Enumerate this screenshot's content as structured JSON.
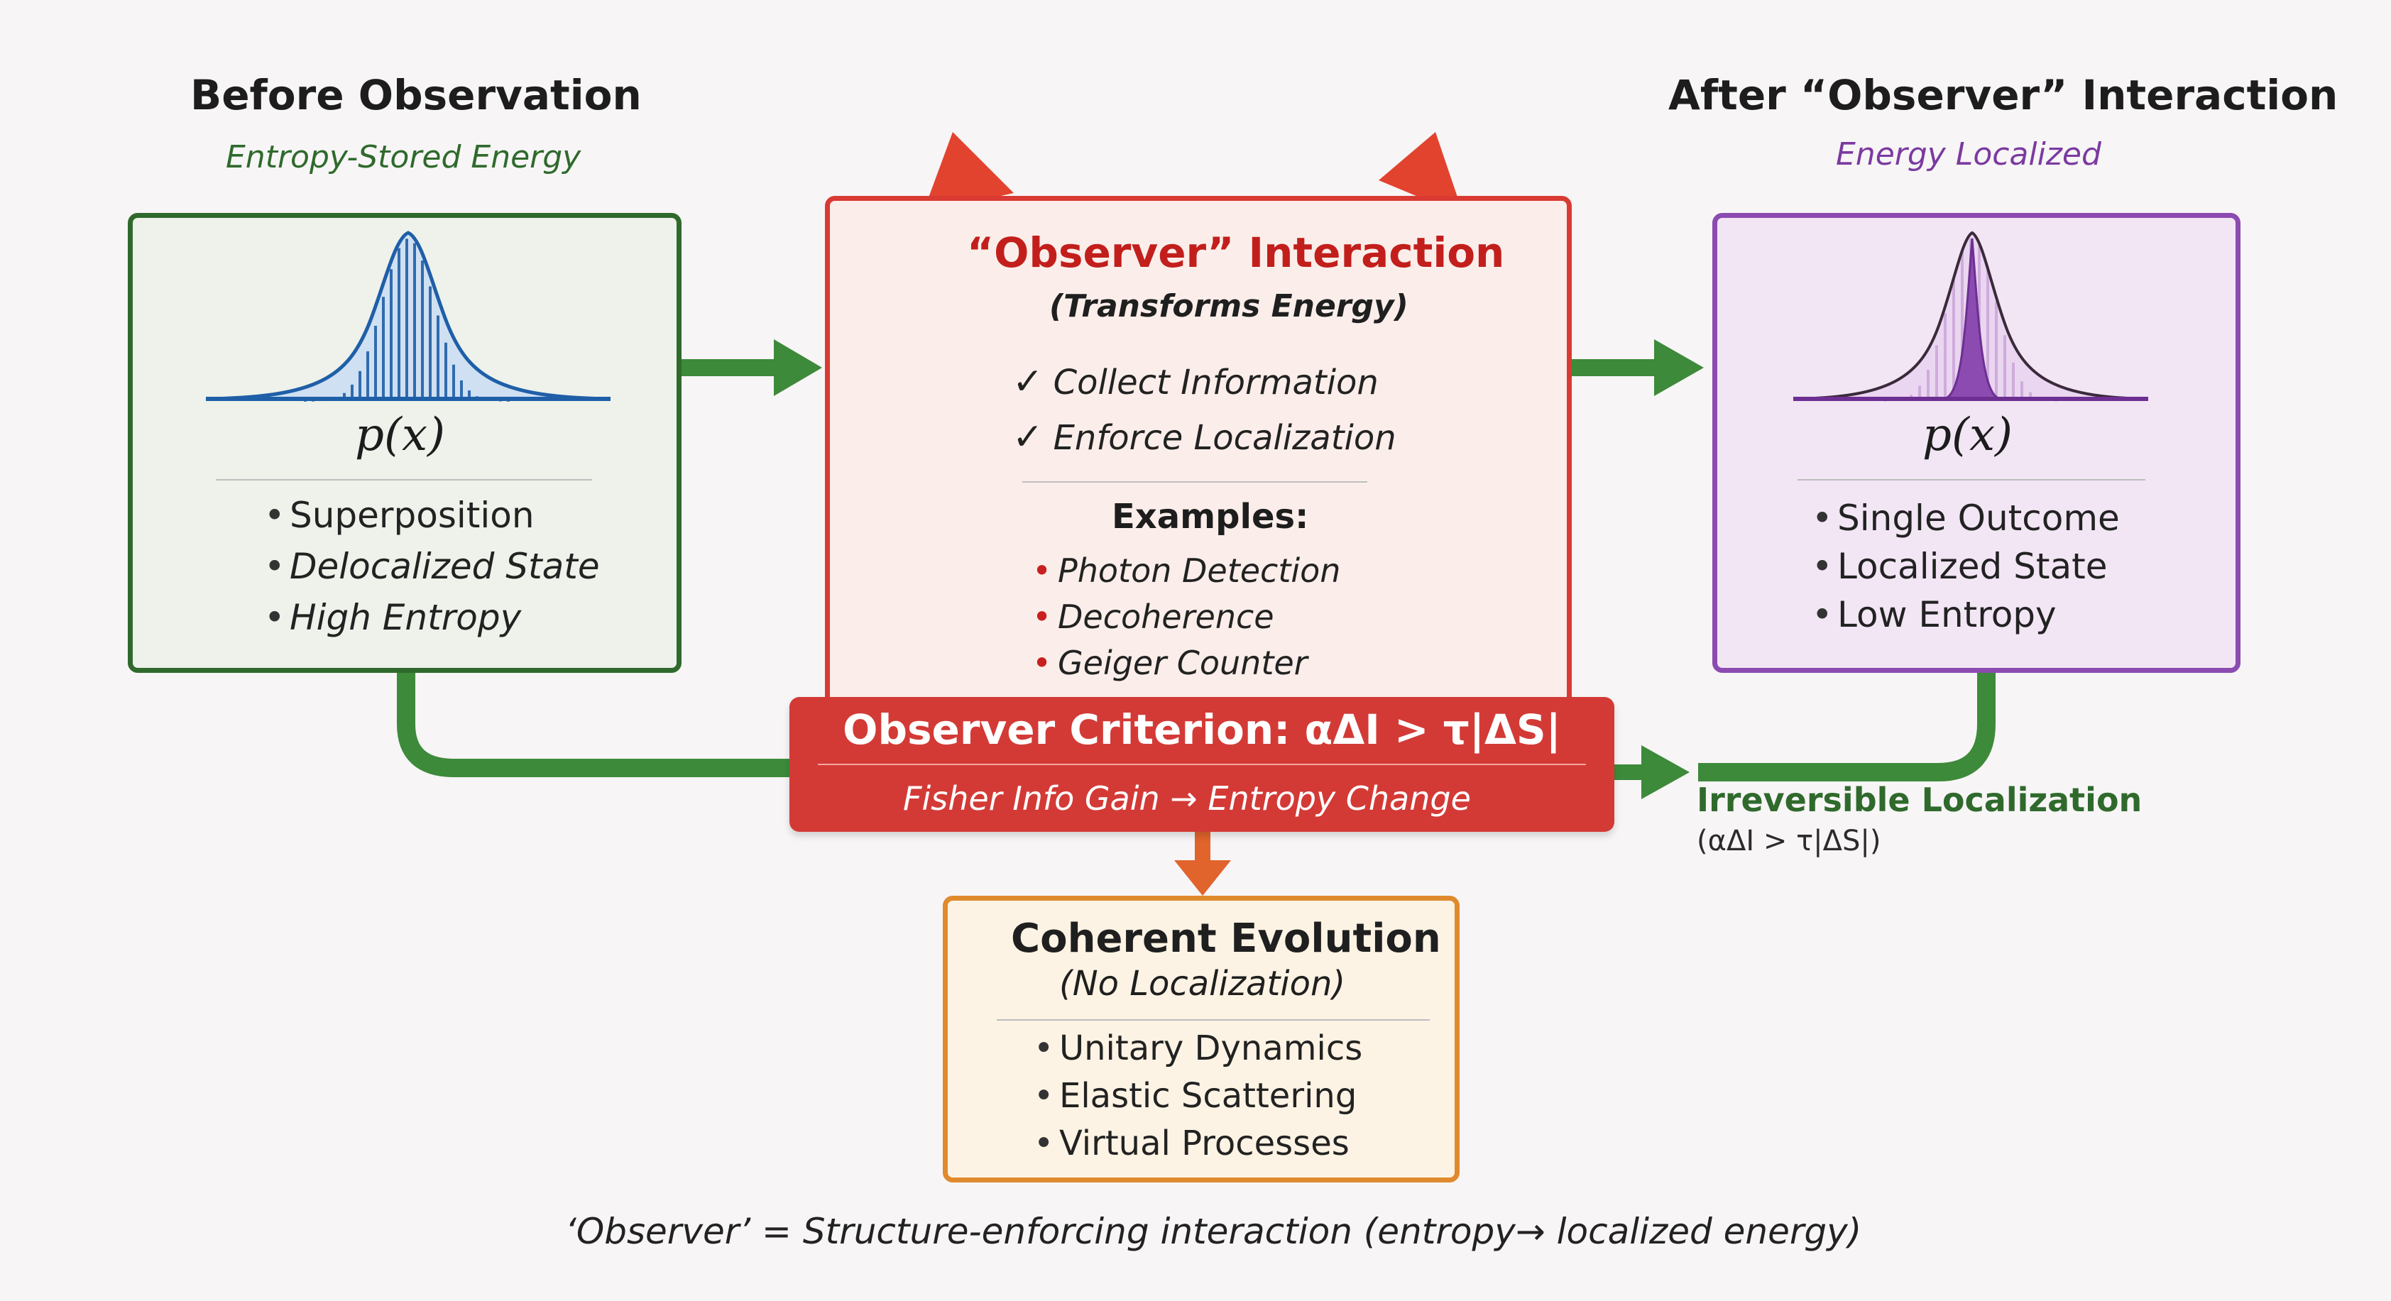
{
  "before": {
    "title": "Before Observation",
    "subtitle": "Entropy-Stored Energy",
    "label": "p(x)",
    "bullets": [
      "Superposition",
      "Delocalized State",
      "High Entropy"
    ]
  },
  "observer": {
    "title": "“Observer” Interaction",
    "subtitle": "(Transforms Energy)",
    "checks": [
      "Collect Information",
      "Enforce Localization"
    ],
    "examples_heading": "Examples:",
    "examples": [
      "Photon Detection",
      "Decoherence",
      "Geiger Counter"
    ]
  },
  "after": {
    "title": "After “Observer” Interaction",
    "subtitle": "Energy Localized",
    "label": "p(x)",
    "bullets": [
      "Single Outcome",
      "Localized State",
      "Low Entropy"
    ]
  },
  "criterion": {
    "title": "Observer Criterion: αΔI > τ|ΔS|",
    "subtitle": "Fisher Info Gain → Entropy Change"
  },
  "irreversible": {
    "title": "Irreversible Localization",
    "formula": "(αΔI > τ|ΔS|)"
  },
  "coherent": {
    "title": "Coherent Evolution",
    "subtitle": "(No Localization)",
    "bullets": [
      "Unitary Dynamics",
      "Elastic Scattering",
      "Virtual Processes"
    ]
  },
  "footer": "‘Observer’ = Structure-enforcing interaction (entropy→ localized energy)",
  "colors": {
    "green": "#3d8a3a",
    "green_border": "#2f6a2c",
    "red": "#d33a36",
    "red_border": "#d93a33",
    "purple": "#8b4bb0",
    "orange": "#e08a2e",
    "blue": "#1f5fa8"
  }
}
